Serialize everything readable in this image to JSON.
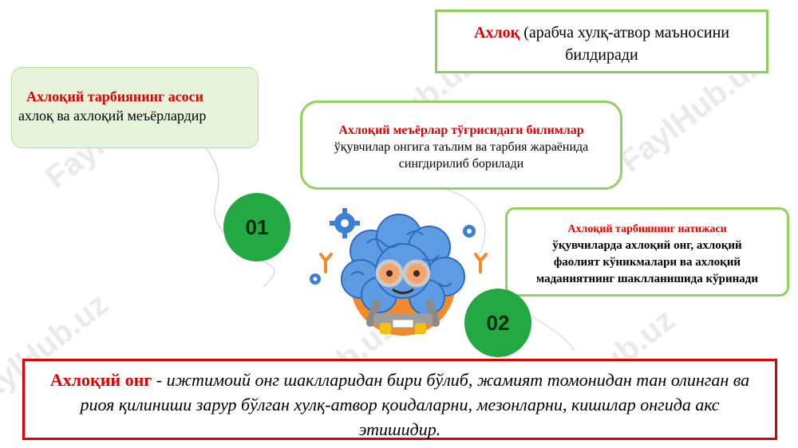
{
  "definition": {
    "term": "Ахлоқ",
    "text": " (арабча хулқ-атвор маъносини билдиради"
  },
  "basis": {
    "title": "Ахлоқий тарбиянинг асоси",
    "text": "ахлоқ ва ахлоқий меъёрлардир"
  },
  "knowledge": {
    "title": "Ахлоқий меъёрлар тўғрисидаги билимлар",
    "line1": "ўқувчилар онгига таълим ва тарбия жараёнида",
    "line2": "сингдирилиб борилади"
  },
  "result": {
    "title": "Ахлоқий тарбиянинг натижаси",
    "line1": "ўқувчиларда ахлоқий онг, ахлоқий",
    "line2": "фаолият кўникмалари ва ахлоқий",
    "line3": "маданиятнинг шаклланишида кўринади"
  },
  "badges": [
    "01",
    "02"
  ],
  "consciousness": {
    "term": "Ахлоқий онг",
    "text": " - ижтимоий онг шаклларидан бири бўлиб, жамият томонидан тан олинган ва риоя қилиниши зарур бўлган хулқ-атвор қоидаларни, мезонларни, кишилар онгида акс этишидир."
  },
  "watermark": "FaylHub.uz",
  "colors": {
    "accent_red": "#e00000",
    "green_border": "#92d060",
    "badge_green": "#23a944",
    "light_green_bg": "#e6f3da",
    "brain_blue": "#4a8fd8",
    "brain_orange": "#f08a2a"
  },
  "illustration_icon": "brain-character-icon"
}
